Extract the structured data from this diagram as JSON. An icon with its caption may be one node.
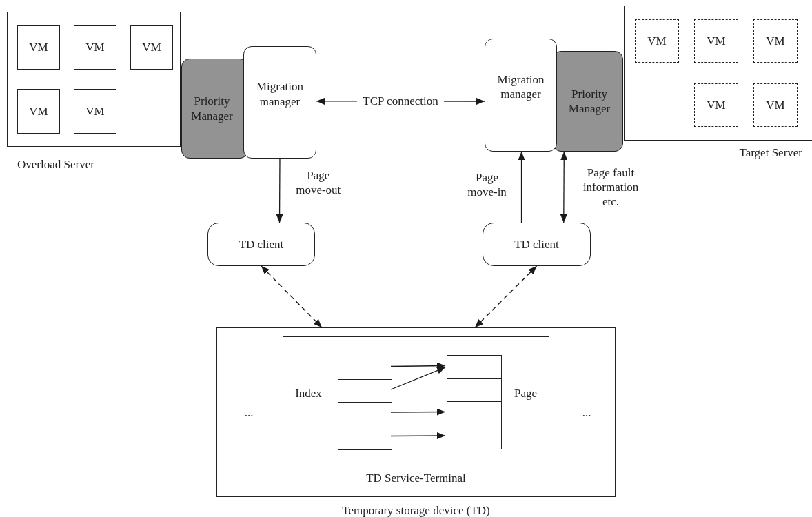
{
  "diagram": {
    "nodes": [
      {
        "text": [
          "Overload Server"
        ]
      },
      {
        "text": [
          "VM"
        ],
        "in": 0
      },
      {
        "text": [
          "VM"
        ],
        "in": 0
      },
      {
        "text": [
          "VM"
        ],
        "in": 0
      },
      {
        "text": [
          "VM"
        ],
        "in": 0
      },
      {
        "text": [
          "VM"
        ],
        "in": 0
      },
      {
        "text": [
          "Priority Manager"
        ]
      },
      {
        "text": [
          "Migration manager"
        ]
      },
      {
        "text": [
          "Target Server"
        ]
      },
      {
        "text": [
          "VM"
        ],
        "in": 8
      },
      {
        "text": [
          "VM"
        ],
        "in": 8
      },
      {
        "text": [
          "VM"
        ],
        "in": 8
      },
      {
        "text": [
          "VM"
        ],
        "in": 8
      },
      {
        "text": [
          "VM"
        ],
        "in": 8
      },
      {
        "text": [
          "Migration manager"
        ]
      },
      {
        "text": [
          "Priority Manager"
        ]
      },
      {
        "text": [
          "TD client"
        ]
      },
      {
        "text": [
          "TD client"
        ]
      },
      {
        "text": [
          "Temporary storage device (TD)"
        ]
      },
      {
        "text": [
          "TD Service-Terminal"
        ],
        "in": 18
      },
      {
        "text": [],
        "shape": "box",
        "in": 19
      },
      {
        "text": [],
        "shape": "box",
        "in": 19
      },
      {
        "text": [],
        "shape": "box",
        "in": 19
      },
      {
        "text": [],
        "shape": "box",
        "in": 19
      },
      {
        "text": [],
        "shape": "box",
        "in": 19
      },
      {
        "text": [],
        "shape": "box",
        "in": 19
      },
      {
        "text": [],
        "shape": "box",
        "in": 19
      },
      {
        "text": [],
        "shape": "box",
        "in": 19
      }
    ],
    "edges": [
      {
        "from": 7,
        "to": 14,
        "arrow": "both",
        "label": "TCP connection"
      },
      {
        "from": 7,
        "to": 16,
        "arrow": "to",
        "label": "Page move-out"
      },
      {
        "from": 17,
        "to": 14,
        "arrow": "to",
        "label": "Page move-in"
      },
      {
        "from": 15,
        "to": 17,
        "arrow": "both",
        "label": "Page fault information etc."
      },
      {
        "from": 16,
        "to": 18,
        "arrow": "both",
        "style": "dashed"
      },
      {
        "from": 17,
        "to": 18,
        "arrow": "both",
        "style": "dashed"
      },
      {
        "from": 20,
        "to": 24,
        "arrow": "to"
      },
      {
        "from": 21,
        "to": 24,
        "arrow": "to"
      },
      {
        "from": 22,
        "to": 26,
        "arrow": "to"
      },
      {
        "from": 23,
        "to": 27,
        "arrow": "to"
      }
    ],
    "labels": [
      "Index",
      "Page",
      "...",
      "..."
    ]
  }
}
